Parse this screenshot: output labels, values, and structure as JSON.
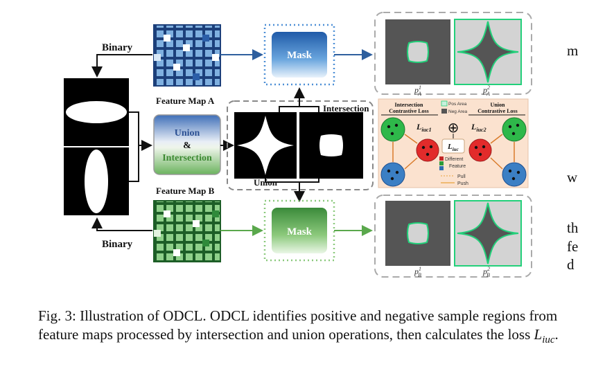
{
  "figure": {
    "labels": {
      "binary_top": "Binary",
      "binary_bottom": "Binary",
      "feature_map_a": "Feature Map A",
      "feature_map_b": "Feature Map B",
      "mask_top": "Mask",
      "mask_bottom": "Mask",
      "union_word": "Union",
      "amp": "&",
      "intersection_word": "Intersection",
      "intersection_label": "Intersection",
      "union_label": "Union",
      "p_a1": "p",
      "p_a1_sup": "1",
      "p_a1_sub": "A",
      "p_a2": "p",
      "p_a2_sup": "2",
      "p_a2_sub": "A",
      "p_b1": "p",
      "p_b1_sup": "1",
      "p_b1_sub": "B",
      "p_b2": "p",
      "p_b2_sup": "2",
      "p_b2_sub": "B"
    },
    "loss_panel": {
      "left_title_1": "Intersection",
      "left_title_2": "Contrastive Loss",
      "right_title_1": "Union",
      "right_title_2": "Contrastive Loss",
      "legend_pos": "Pos Area",
      "legend_neg": "Neg Area",
      "l_iuc1": "L",
      "l_iuc1_sub": "iuc1",
      "l_iuc2": "L",
      "l_iuc2_sub": "iuc2",
      "l_iuc": "L",
      "l_iuc_sub": "iuc",
      "oplus": "⊕",
      "legend_different": "Different",
      "legend_feature": "Feature",
      "legend_pull": "Pull",
      "legend_push": "Push"
    },
    "colors": {
      "blue_dark": "#1f4f8f",
      "blue_mid": "#5b95cf",
      "blue_light": "#b7d4ee",
      "green_dark": "#1f6f2a",
      "green_mid": "#58a84f",
      "green_light": "#b9e0b0",
      "accent_green": "#22d07a",
      "gray_dark": "#555555",
      "gray_light": "#d3d3d3",
      "panel_bg": "#fbe2cf"
    }
  },
  "caption": {
    "text": "Fig. 3: Illustration of ODCL. ODCL identifies positive and negative sample regions from feature maps processed by intersection and union operations, then calculates the loss ",
    "math_main": "L",
    "math_sub": "iuc",
    "end": "."
  },
  "side_text": {
    "line1": "m",
    "line2": "w",
    "line3": "th",
    "line4": "fe",
    "line5": "d"
  }
}
